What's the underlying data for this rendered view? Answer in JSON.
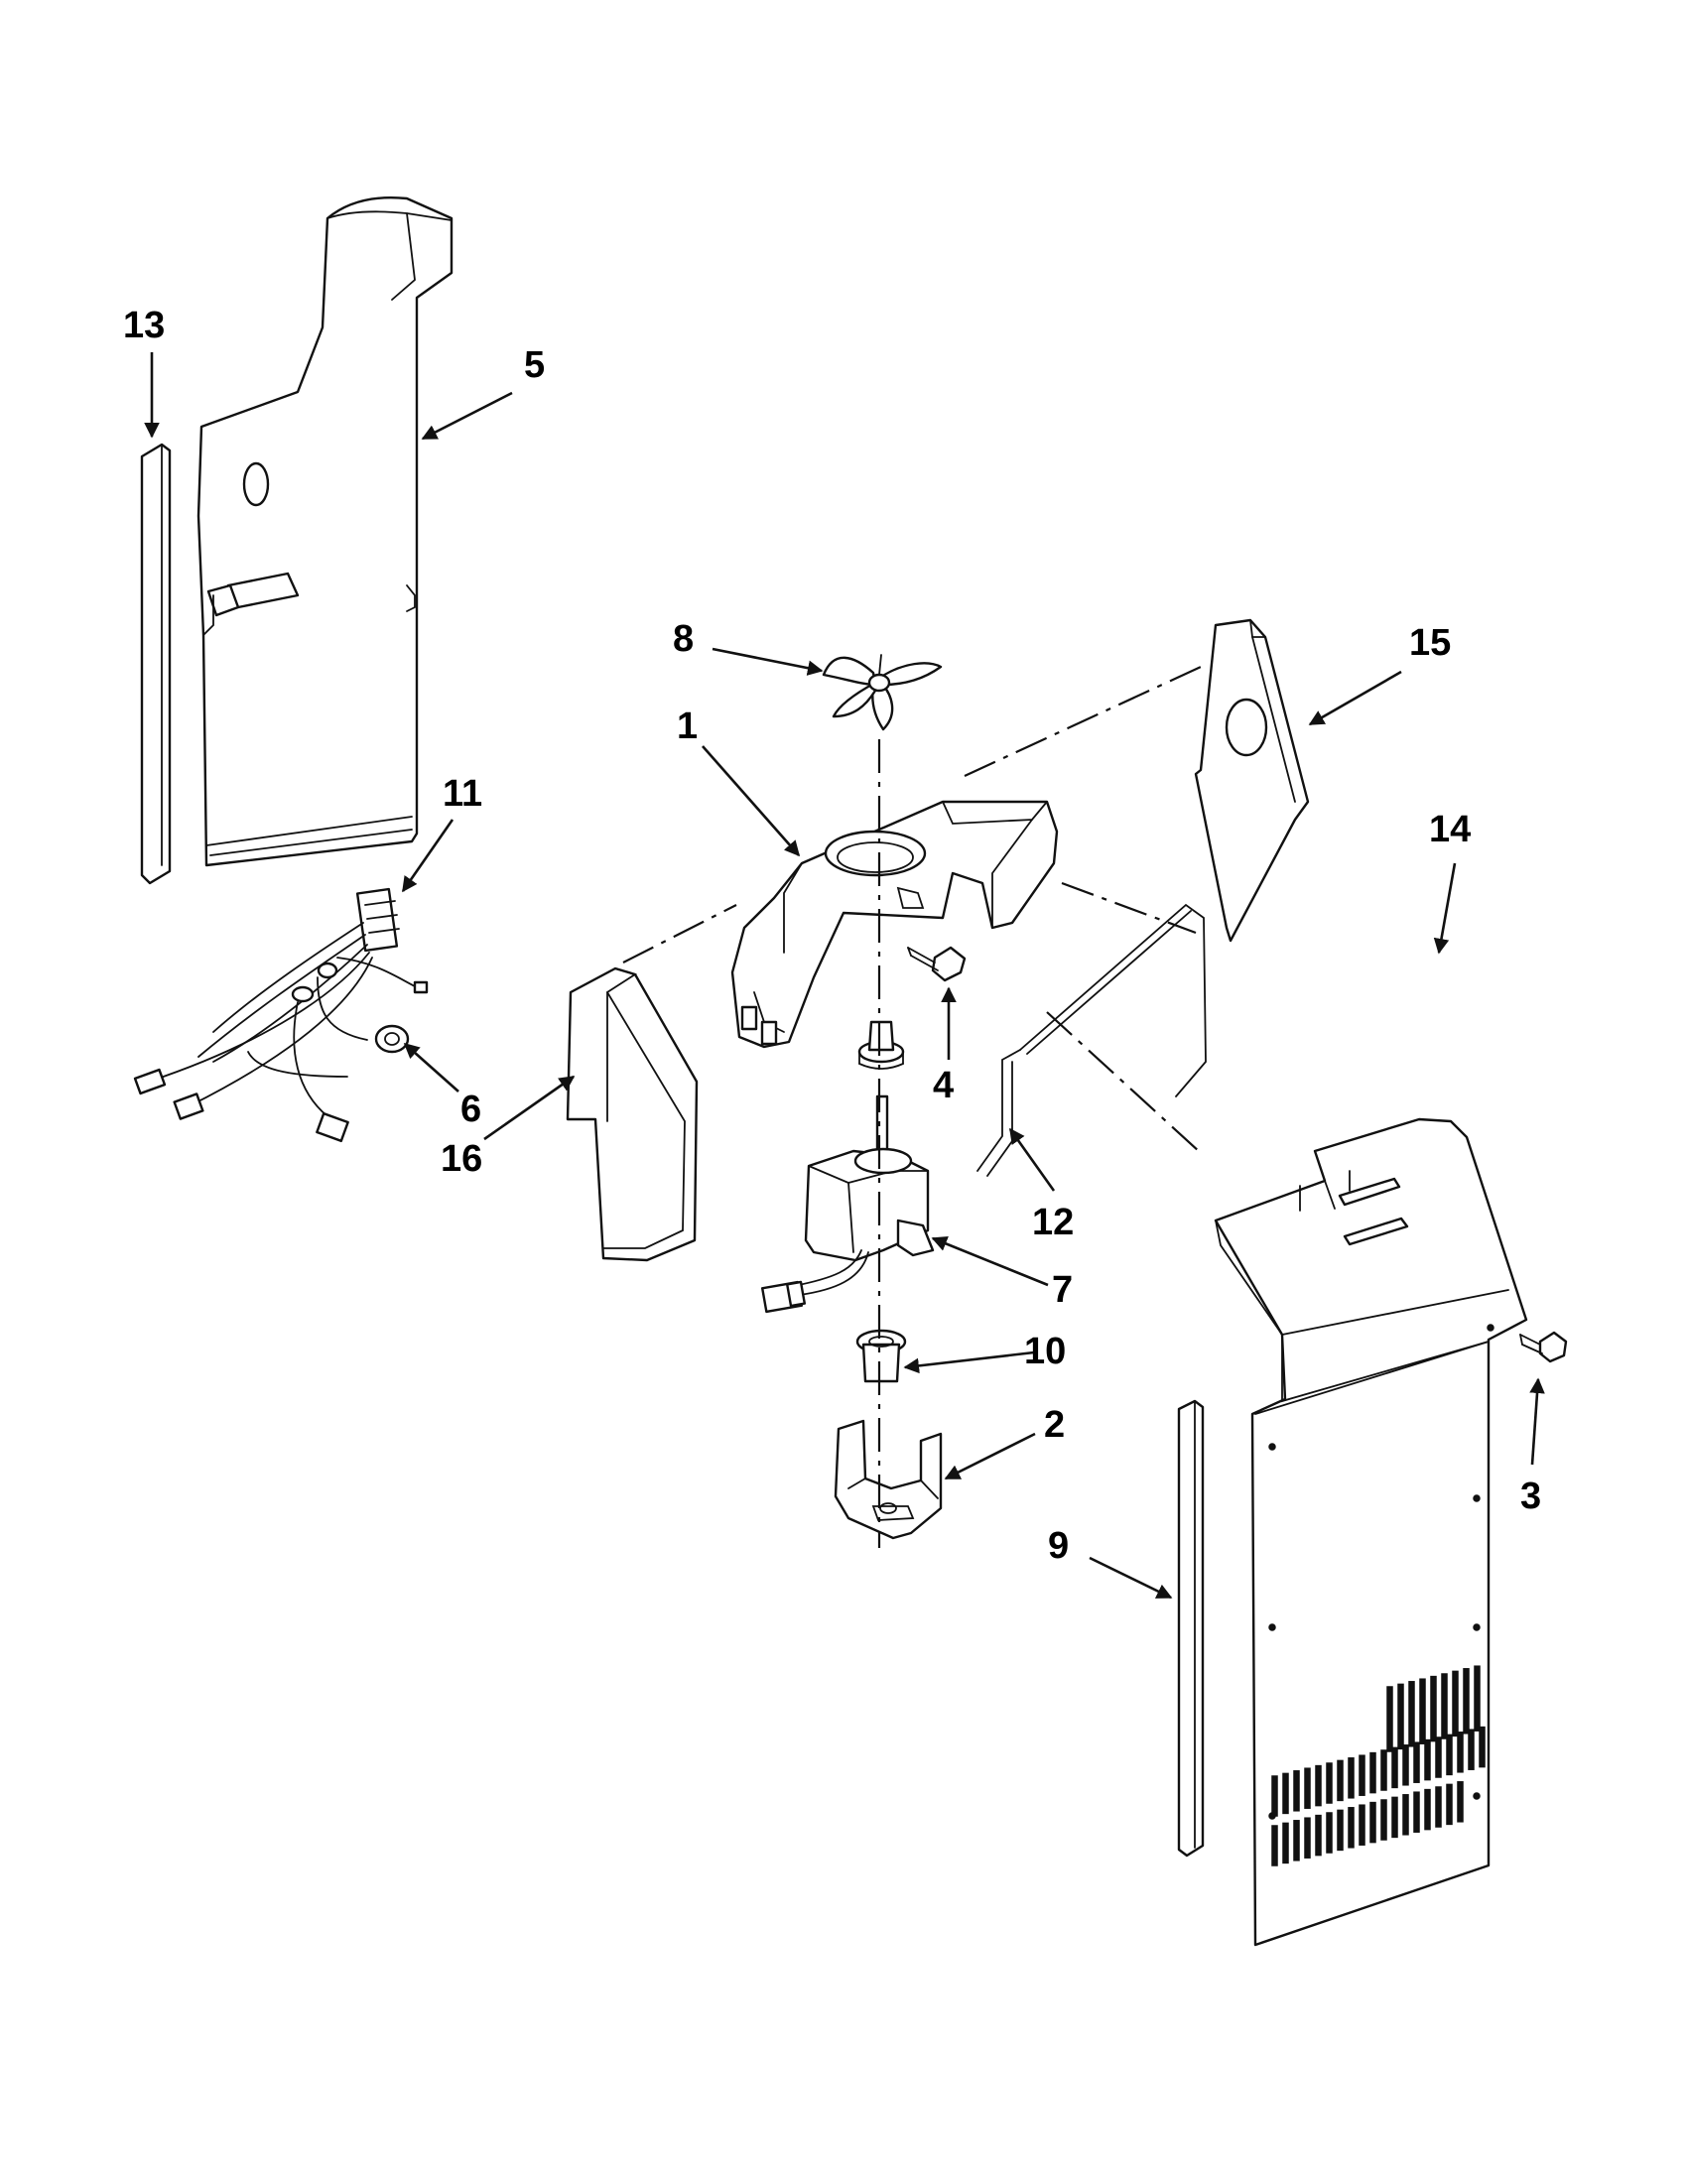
{
  "diagram": {
    "type": "exploded-parts-diagram",
    "colors": {
      "line": "#111111",
      "background": "#ffffff"
    },
    "callouts": [
      {
        "id": "c13",
        "text": "13"
      },
      {
        "id": "c5",
        "text": "5"
      },
      {
        "id": "c8",
        "text": "8"
      },
      {
        "id": "c15",
        "text": "15"
      },
      {
        "id": "c1",
        "text": "1"
      },
      {
        "id": "c14",
        "text": "14"
      },
      {
        "id": "c11",
        "text": "11"
      },
      {
        "id": "c6",
        "text": "6"
      },
      {
        "id": "c4",
        "text": "4"
      },
      {
        "id": "c16",
        "text": "16"
      },
      {
        "id": "c12",
        "text": "12"
      },
      {
        "id": "c7",
        "text": "7"
      },
      {
        "id": "c10",
        "text": "10"
      },
      {
        "id": "c3",
        "text": "3"
      },
      {
        "id": "c2",
        "text": "2"
      },
      {
        "id": "c9",
        "text": "9"
      }
    ]
  }
}
